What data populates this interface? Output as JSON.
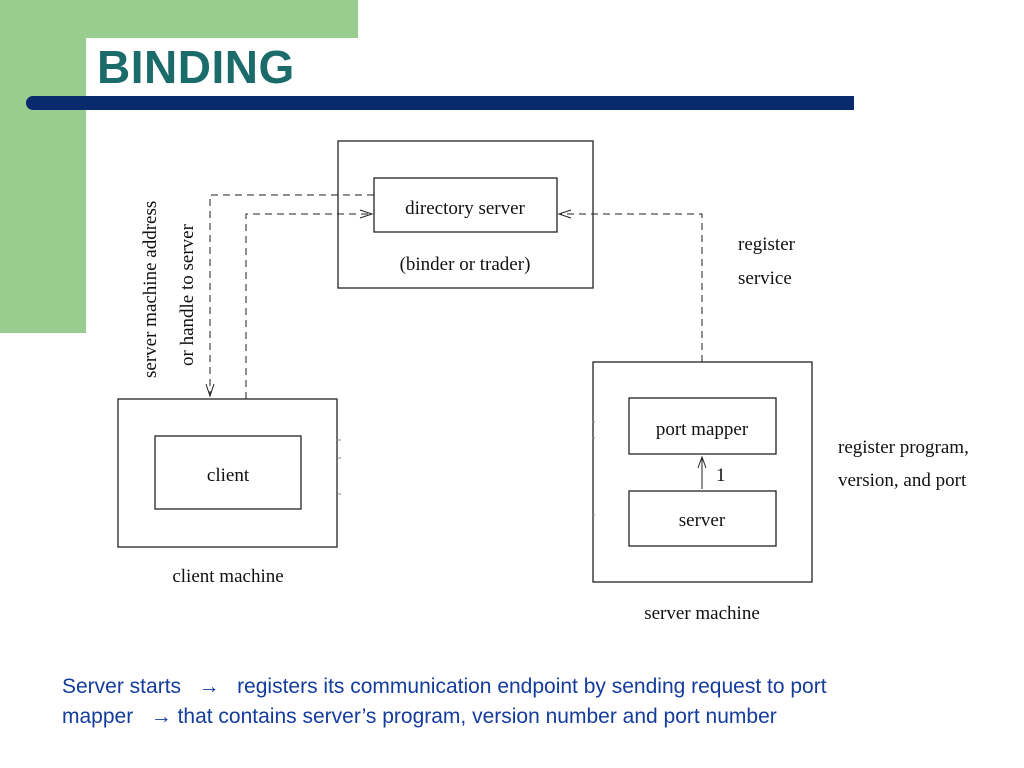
{
  "slide": {
    "title": "BINDING",
    "caption": {
      "line1_a": "Server starts",
      "arrow1": "→",
      "line1_b": "registers its communication endpoint by sending request to port",
      "line2_a": "mapper",
      "arrow2": "→",
      "line2_b": "that contains server’s program, version number and port number"
    }
  },
  "diagram": {
    "directory_server": "directory server",
    "directory_sub": "(binder or trader)",
    "client": "client",
    "client_machine": "client machine",
    "port_mapper": "port mapper",
    "server": "server",
    "server_machine": "server machine",
    "step_label": "1",
    "register_service_1": "register",
    "register_service_2": "service",
    "register_program_1": "register program,",
    "register_program_2": "version, and port",
    "vertical_label_1": "server machine address",
    "vertical_label_2": "or handle to server"
  },
  "colors": {
    "title": "#1c6b6b",
    "accent_green": "#99cc8f",
    "rule_navy": "#0a2a6e",
    "caption_blue": "#143c9c"
  }
}
